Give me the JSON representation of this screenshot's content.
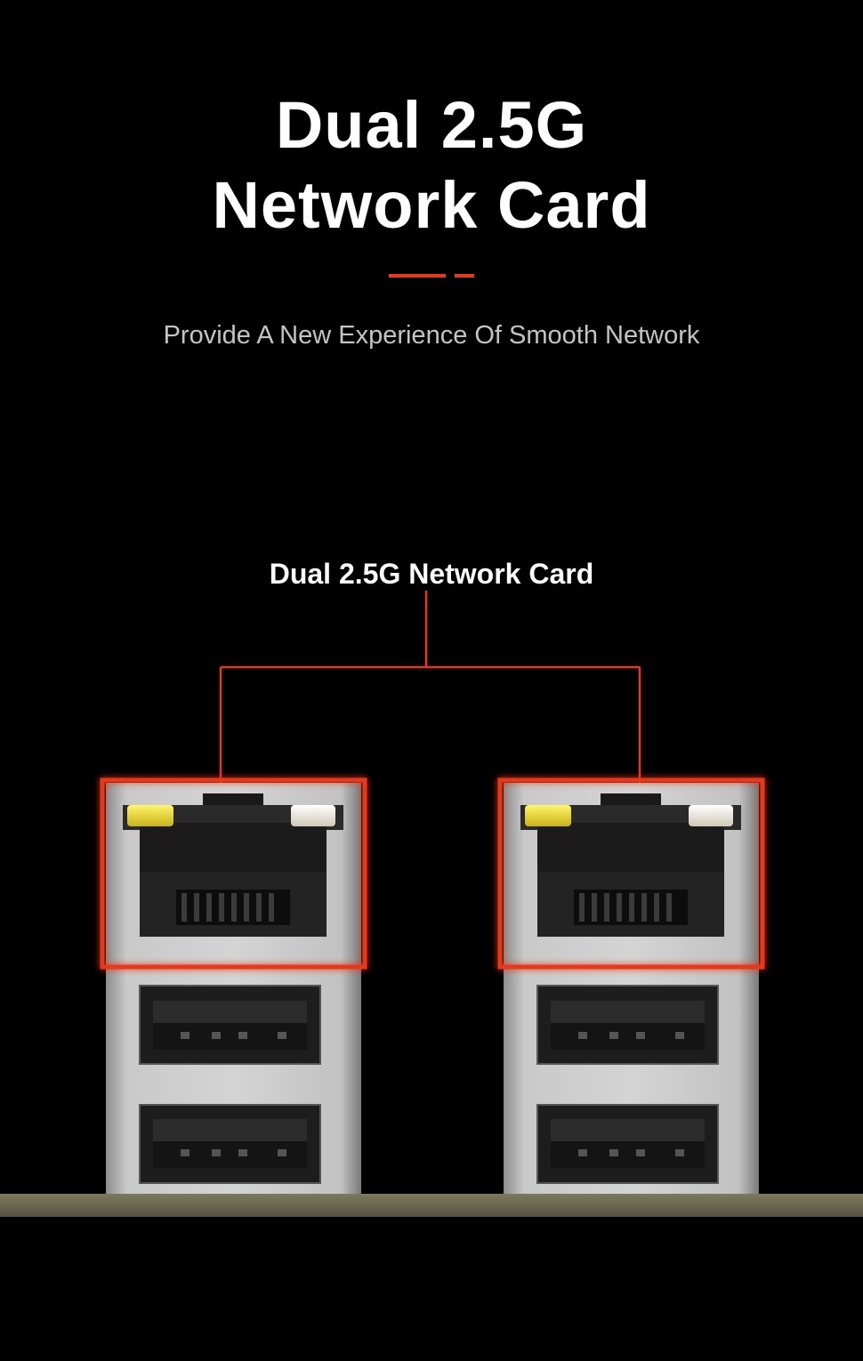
{
  "header": {
    "title_line1": "Dual 2.5G",
    "title_line2": "Network Card",
    "subtitle": "Provide A New Experience Of Smooth Network"
  },
  "callout": {
    "label": "Dual 2.5G Network Card"
  },
  "colors": {
    "background": "#000000",
    "accent": "#e8391b",
    "title": "#ffffff",
    "subtitle": "#c4c4c4",
    "led_left": "#f2e14a",
    "led_right": "#f4f1ea",
    "pcb": "#67654b"
  },
  "ports": [
    {
      "name": "port-stack-left",
      "rj45": 1,
      "usb_a": 2,
      "highlighted": true
    },
    {
      "name": "port-stack-right",
      "rj45": 1,
      "usb_a": 2,
      "highlighted": true
    }
  ]
}
